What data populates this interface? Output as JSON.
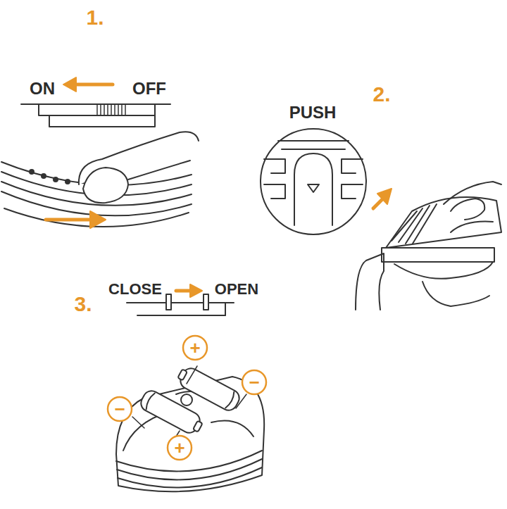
{
  "diagram": {
    "labels": [
      "1.",
      "ON",
      "OFF",
      "2.",
      "PUSH",
      "3.",
      "CLOSE",
      "OPEN",
      "+",
      "−",
      "−",
      "+"
    ]
  }
}
